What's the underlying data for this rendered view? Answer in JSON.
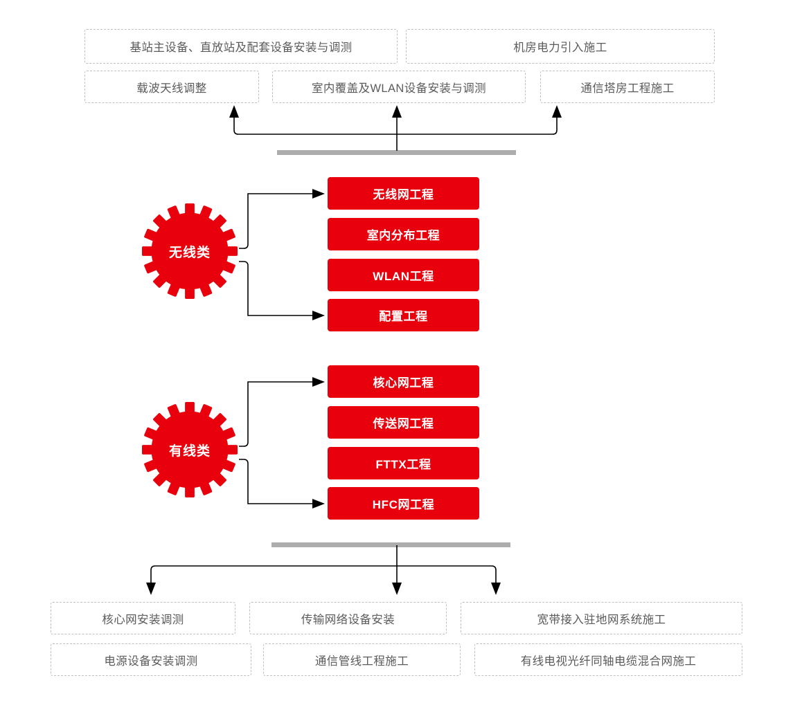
{
  "colors": {
    "red": "#e8000d",
    "dashed_border": "#bfbfbf",
    "bar_grey": "#adadad",
    "text_grey": "#5b5b5b",
    "line_black": "#000000"
  },
  "top_outcomes": {
    "row1": [
      {
        "label": "基站主设备、直放站及配套设备安装与调测"
      },
      {
        "label": "机房电力引入施工"
      }
    ],
    "row2": [
      {
        "label": "载波天线调整"
      },
      {
        "label": "室内覆盖及WLAN设备安装与调测"
      },
      {
        "label": "通信塔房工程施工"
      }
    ]
  },
  "categories": [
    {
      "gear_label": "无线类",
      "gear_icon": "gear-icon",
      "items": [
        {
          "label": "无线网工程"
        },
        {
          "label": "室内分布工程"
        },
        {
          "label": "WLAN工程"
        },
        {
          "label": "配置工程"
        }
      ]
    },
    {
      "gear_label": "有线类",
      "gear_icon": "gear-icon",
      "items": [
        {
          "label": "核心网工程"
        },
        {
          "label": "传送网工程"
        },
        {
          "label": "FTTX工程"
        },
        {
          "label": "HFC网工程"
        }
      ]
    }
  ],
  "bottom_outcomes": {
    "row1": [
      {
        "label": "核心网安装调测"
      },
      {
        "label": "传输网络设备安装"
      },
      {
        "label": "宽带接入驻地网系统施工"
      }
    ],
    "row2": [
      {
        "label": "电源设备安装调测"
      },
      {
        "label": "通信管线工程施工"
      },
      {
        "label": "有线电视光纤同轴电缆混合网施工"
      }
    ]
  }
}
